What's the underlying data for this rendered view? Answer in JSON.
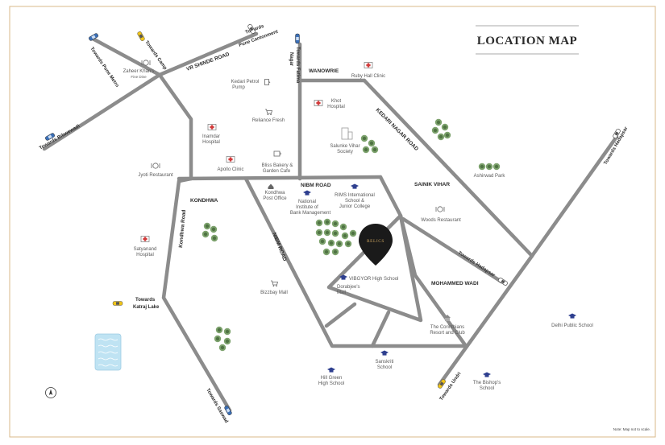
{
  "title": "Location Map",
  "note": "Note: Map not to scale.",
  "project_logo": "RELICS",
  "roads": {
    "vr_shinde": "VR SHINDE ROAD",
    "nibm_top": "NIBM ROAD",
    "nibm_diag": "NIBM ROAD",
    "kedari": "KEDARI NAGAR ROAD",
    "kondhwa": "Kondhwa Road"
  },
  "areas": {
    "wanowrie": "WANOWRIE",
    "kondhwa": "KONDHWA",
    "sainik_vihar": "SAINIK VIHAR",
    "mohammed_wadi": "MOHAMMED WADI"
  },
  "directions": {
    "pune_metro": "Towards Pune Metro",
    "camp": "Towards Camp",
    "pune_cantonment_1": "Towards",
    "pune_cantonment_2": "Pune Cantonment",
    "fatima_nagar_1": "Towards Fatima",
    "fatima_nagar_2": "Nagar",
    "bibwewadi": "Towards Bibwewadi",
    "hadapsar_top": "Towards Hadapsar",
    "hadapsar_mid": "Towards Hadapsar",
    "katraj_1": "Towards",
    "katraj_2": "Katraj Lake",
    "saswad": "Towards Saswad",
    "undri": "Towards Undri"
  },
  "places": {
    "zaheer_1": "Zaheer Khan's",
    "zaheer_2": "Fine Dine",
    "kedari_petrol_1": "Kedari Petrol",
    "kedari_petrol_2": "Pump",
    "ruby_hall": "Ruby Hall Clinic",
    "khot_1": "Khot",
    "khot_2": "Hospital",
    "reliance_fresh": "Reliance Fresh",
    "inamdar_1": "Inamdar",
    "inamdar_2": "Hospital",
    "salunke_1": "Salunke Vihar",
    "salunke_2": "Society",
    "apollo": "Apollo Clinic",
    "bliss_1": "Bliss Bakery &",
    "bliss_2": "Garden Cafe",
    "jyoti": "Jyoti Restaurant",
    "ashirwad": "Ashirwad Park",
    "kondhwa_po_1": "Kondhwa",
    "kondhwa_po_2": "Post Office",
    "nibm_inst_1": "National",
    "nibm_inst_2": "Institute of",
    "nibm_inst_3": "Bank Management",
    "rims_1": "RIMS International",
    "rims_2": "School &",
    "rims_3": "Junior College",
    "woods": "Woods Restaurant",
    "satyanand_1": "Satyanand",
    "satyanand_2": "Hospital",
    "vibgyor": "VIBGYOR High School",
    "dorabjee_1": "Dorabjee's",
    "dorabjee_2": "Mall",
    "bizzbay": "Bizzbay Mall",
    "corinthians_1": "The Corinthians",
    "corinthians_2": "Resort and Club",
    "dps": "Delhi Public School",
    "sanskriti_1": "Sanskriti",
    "sanskriti_2": "School",
    "hill_green_1": "Hill Green",
    "hill_green_2": "High School",
    "bishops_1": "The Bishop's",
    "bishops_2": "School"
  },
  "colors": {
    "road": "#8c8c8c",
    "tree": "#6b8f5e",
    "border": "#d9b98a",
    "marker": "#1a1a1a",
    "hospital": "#d23b3b",
    "school": "#2e3f8f"
  }
}
